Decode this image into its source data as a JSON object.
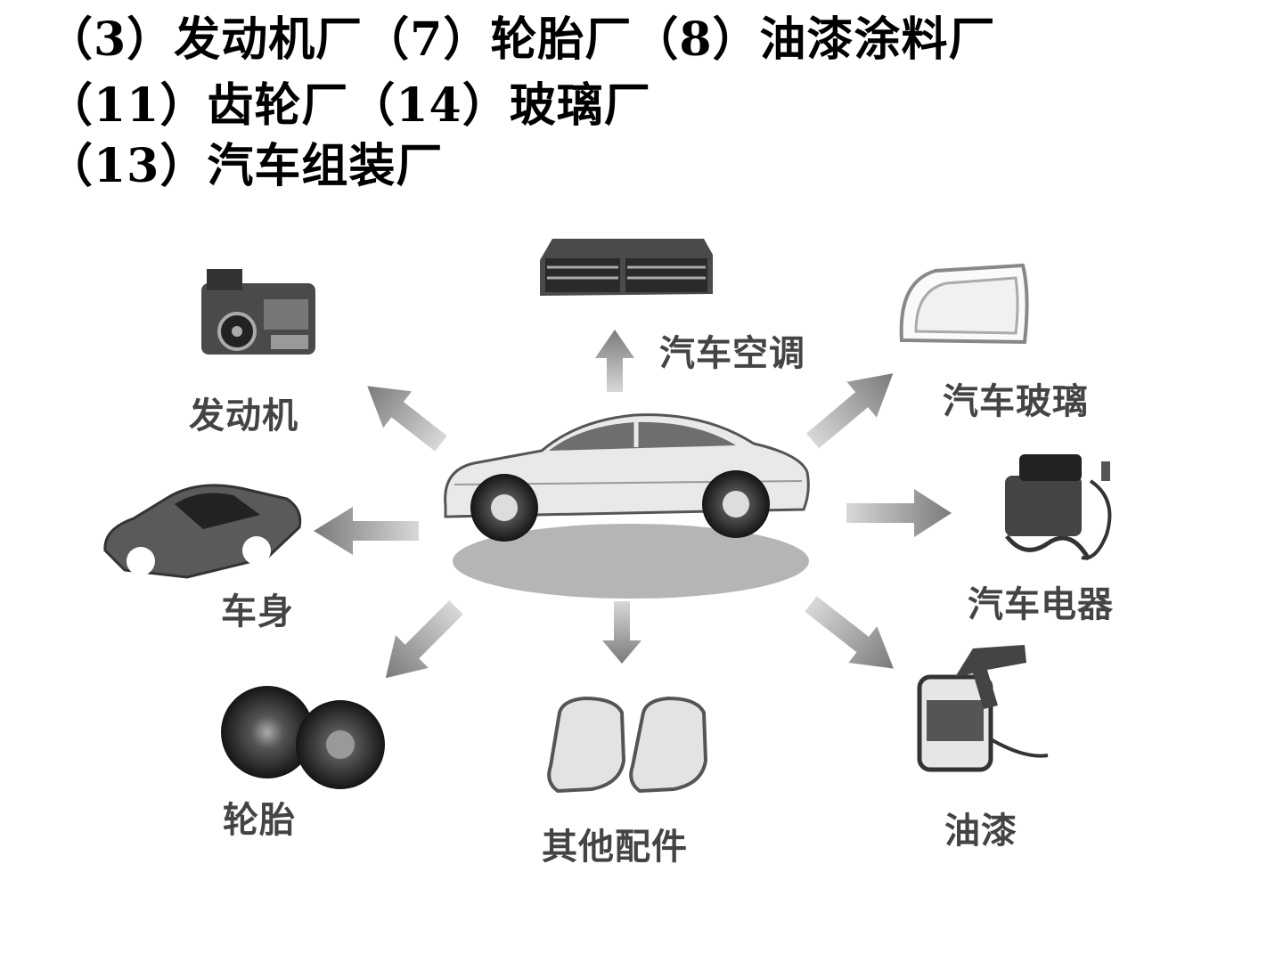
{
  "heading": {
    "line1": "（3）发动机厂（7）轮胎厂（8）油漆涂料厂",
    "line2": "（11）齿轮厂（14）玻璃厂",
    "line3": "（13）汽车组装厂"
  },
  "diagram": {
    "center": "car-icon",
    "parts": [
      {
        "label": "汽车空调",
        "icon": "air-conditioner-icon"
      },
      {
        "label": "发动机",
        "icon": "engine-icon"
      },
      {
        "label": "汽车玻璃",
        "icon": "windshield-glass-icon"
      },
      {
        "label": "车身",
        "icon": "car-body-icon"
      },
      {
        "label": "汽车电器",
        "icon": "electrical-appliance-icon"
      },
      {
        "label": "轮胎",
        "icon": "tires-icon"
      },
      {
        "label": "其他配件",
        "icon": "car-seats-icon"
      },
      {
        "label": "油漆",
        "icon": "paint-spray-icon"
      }
    ]
  }
}
